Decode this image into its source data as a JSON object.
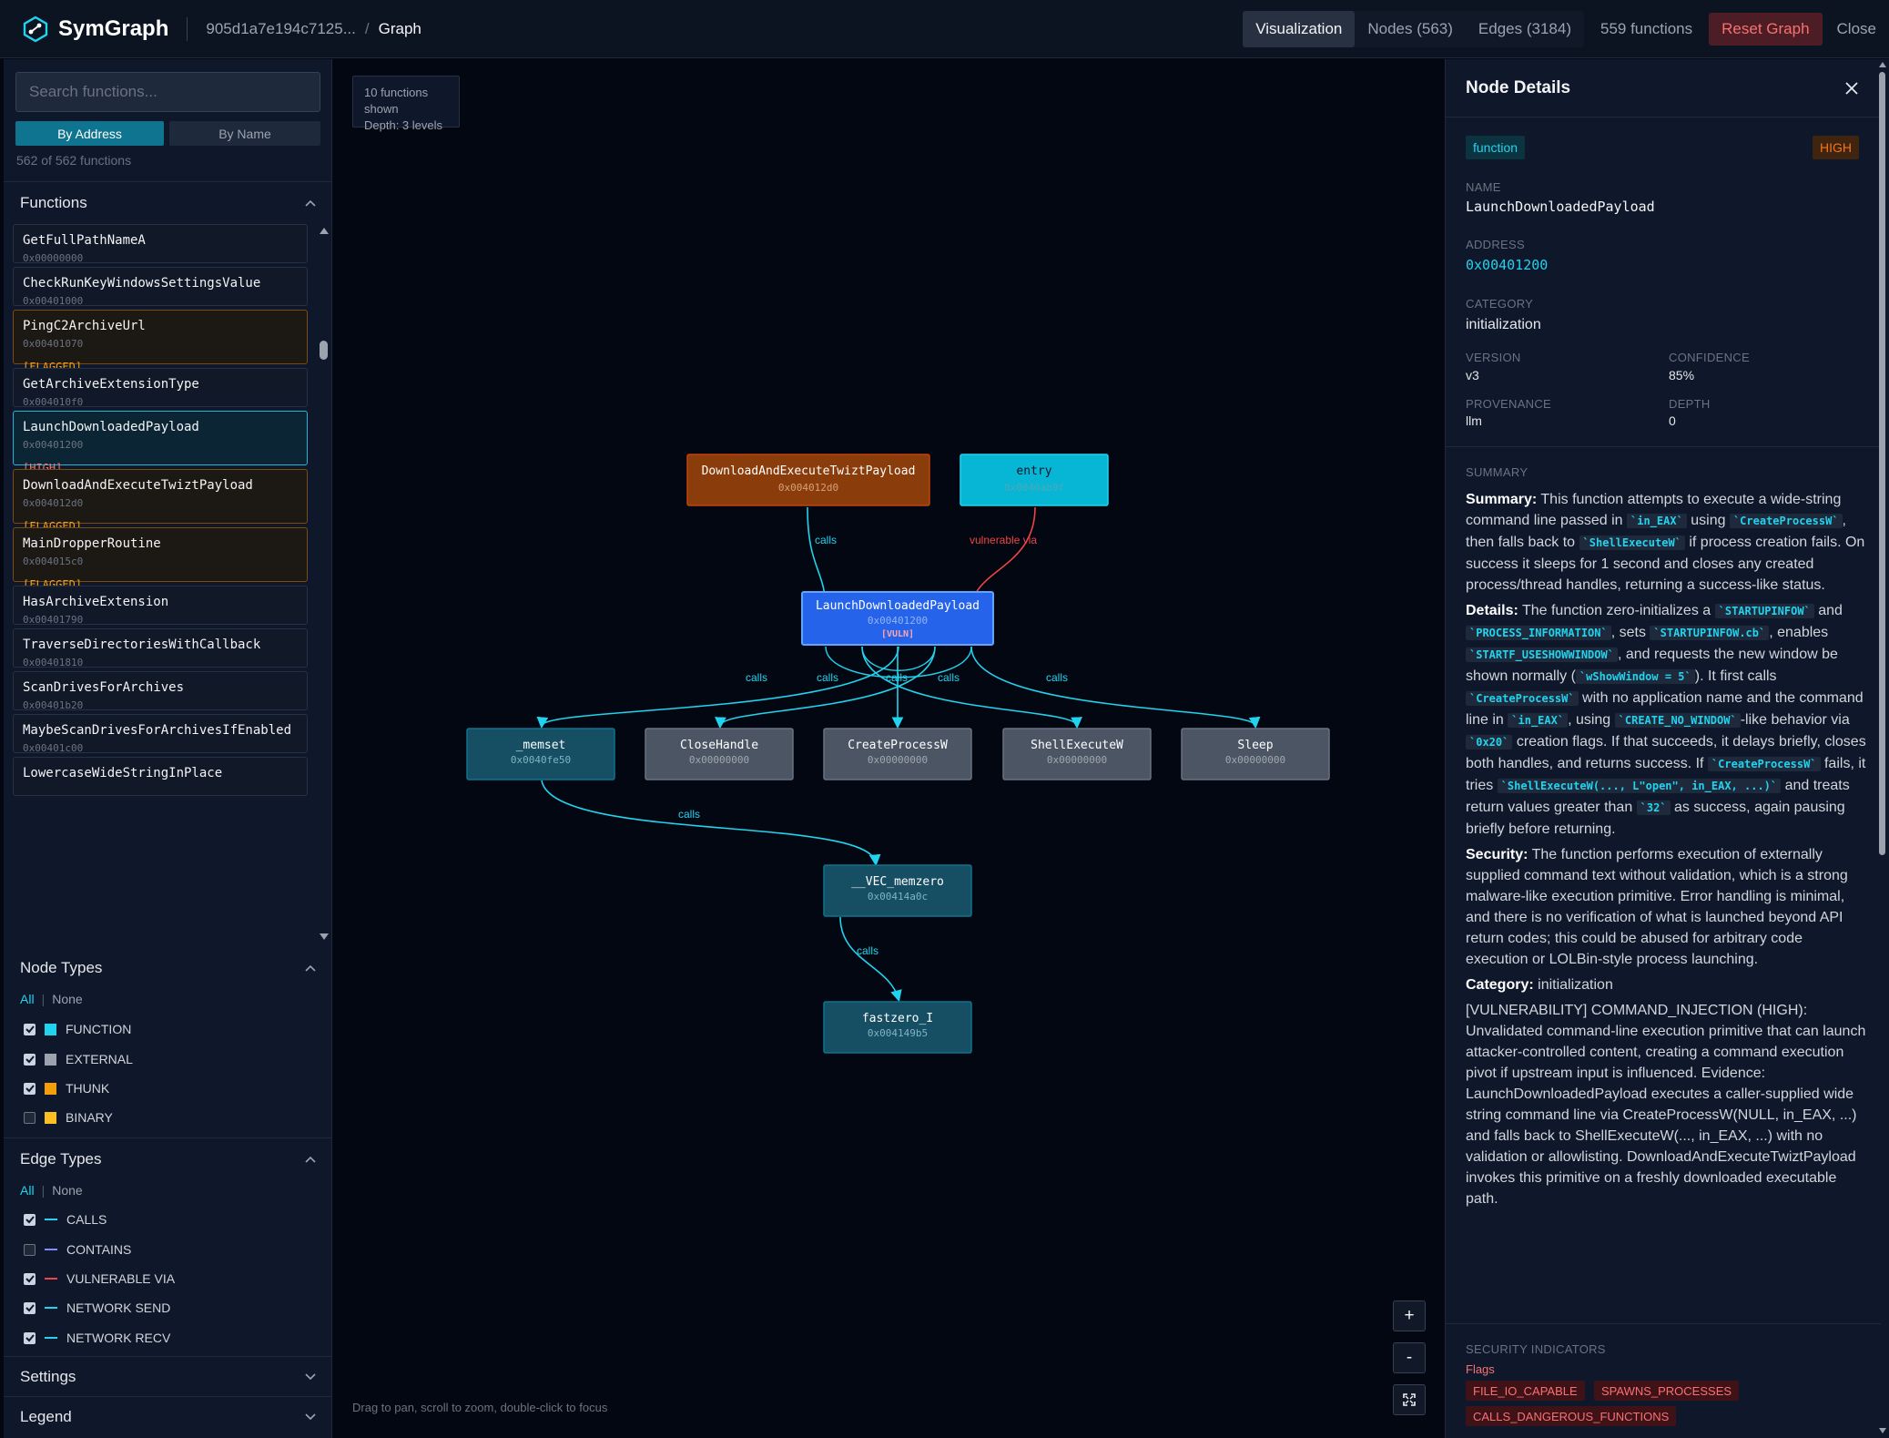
{
  "app": {
    "title": "SymGraph"
  },
  "breadcrumb": {
    "hash": "905d1a7e194c7125...",
    "separator": "/",
    "current": "Graph"
  },
  "topnav": {
    "tabs": [
      {
        "label": "Visualization",
        "active": true
      },
      {
        "label": "Nodes (563)",
        "active": false
      },
      {
        "label": "Edges (3184)",
        "active": false
      }
    ],
    "functions_count": "559 functions",
    "reset_label": "Reset Graph",
    "close_label": "Close"
  },
  "sidebar": {
    "search_placeholder": "Search functions...",
    "sort_by_address": "By Address",
    "sort_by_name": "By Name",
    "count_text": "562 of 562 functions",
    "functions_title": "Functions",
    "functions": [
      {
        "name": "GetFullPathNameA",
        "address": "0x00000000",
        "badge": ""
      },
      {
        "name": "CheckRunKeyWindowsSettingsValue",
        "address": "0x00401000",
        "badge": ""
      },
      {
        "name": "PingC2ArchiveUrl",
        "address": "0x00401070",
        "badge": "[FLAGGED]"
      },
      {
        "name": "GetArchiveExtensionType",
        "address": "0x004010f0",
        "badge": ""
      },
      {
        "name": "LaunchDownloadedPayload",
        "address": "0x00401200",
        "badge": "[HIGH]"
      },
      {
        "name": "DownloadAndExecuteTwiztPayload",
        "address": "0x004012d0",
        "badge": "[FLAGGED]"
      },
      {
        "name": "MainDropperRoutine",
        "address": "0x004015c0",
        "badge": "[FLAGGED]"
      },
      {
        "name": "HasArchiveExtension",
        "address": "0x00401790",
        "badge": ""
      },
      {
        "name": "TraverseDirectoriesWithCallback",
        "address": "0x00401810",
        "badge": ""
      },
      {
        "name": "ScanDrivesForArchives",
        "address": "0x00401b20",
        "badge": ""
      },
      {
        "name": "MaybeScanDrivesForArchivesIfEnabled",
        "address": "0x00401c00",
        "badge": ""
      },
      {
        "name": "LowercaseWideStringInPlace",
        "address": "",
        "badge": ""
      }
    ],
    "node_types": {
      "title": "Node Types",
      "all": "All",
      "none": "None",
      "items": [
        {
          "label": "FUNCTION",
          "checked": true,
          "color": "#22d3ee"
        },
        {
          "label": "EXTERNAL",
          "checked": true,
          "color": "#9ca3af"
        },
        {
          "label": "THUNK",
          "checked": true,
          "color": "#f59e0b"
        },
        {
          "label": "BINARY",
          "checked": false,
          "color": "#fbbf24"
        }
      ]
    },
    "edge_types": {
      "title": "Edge Types",
      "all": "All",
      "none": "None",
      "items": [
        {
          "label": "CALLS",
          "checked": true,
          "color": "#22d3ee"
        },
        {
          "label": "CONTAINS",
          "checked": false,
          "color": "#818cf8"
        },
        {
          "label": "VULNERABLE VIA",
          "checked": true,
          "color": "#ef4444"
        },
        {
          "label": "NETWORK SEND",
          "checked": true,
          "color": "#22d3ee"
        },
        {
          "label": "NETWORK RECV",
          "checked": true,
          "color": "#22d3ee"
        }
      ]
    },
    "settings_title": "Settings",
    "legend_title": "Legend"
  },
  "canvas": {
    "info_line1": "10 functions shown",
    "info_line2": "Depth: 3 levels",
    "hint": "Drag to pan, scroll to zoom, double-click to focus",
    "zoom_in": "+",
    "zoom_out": "-",
    "nodes": {
      "download": {
        "name": "DownloadAndExecuteTwiztPayload",
        "addr": "0x004012d0"
      },
      "entry": {
        "name": "entry",
        "addr": "0x0040ab9f"
      },
      "launch": {
        "name": "LaunchDownloadedPayload",
        "addr": "0x00401200",
        "tag": "[VULN]"
      },
      "memset": {
        "name": "_memset",
        "addr": "0x0040fe50"
      },
      "closehandle": {
        "name": "CloseHandle",
        "addr": "0x00000000"
      },
      "createprocess": {
        "name": "CreateProcessW",
        "addr": "0x00000000"
      },
      "shellexecute": {
        "name": "ShellExecuteW",
        "addr": "0x00000000"
      },
      "sleep": {
        "name": "Sleep",
        "addr": "0x00000000"
      },
      "vecmemzero": {
        "name": "__VEC_memzero",
        "addr": "0x00414a0c"
      },
      "fastzero": {
        "name": "fastzero_I",
        "addr": "0x004149b5"
      }
    },
    "edge_labels": {
      "calls": "calls",
      "vulnerable_via": "vulnerable via"
    }
  },
  "details": {
    "title": "Node Details",
    "type_badge": "function",
    "severity_badge": "HIGH",
    "name_label": "NAME",
    "name": "LaunchDownloadedPayload",
    "address_label": "ADDRESS",
    "address": "0x00401200",
    "category_label": "CATEGORY",
    "category": "initialization",
    "version_label": "VERSION",
    "version": "v3",
    "confidence_label": "CONFIDENCE",
    "confidence": "85%",
    "provenance_label": "PROVENANCE",
    "provenance": "llm",
    "depth_label": "DEPTH",
    "depth": "0",
    "summary_label": "SUMMARY",
    "summary": {
      "s_head": "Summary:",
      "s_1": "This function attempts to execute a wide-string command line passed in",
      "s_c1": "`in_EAX`",
      "s_2": "using",
      "s_c2": "`CreateProcessW`",
      "s_3": ", then falls back to",
      "s_c3": "`ShellExecuteW`",
      "s_4": "if process creation fails. On success it sleeps for 1 second and closes any created process/thread handles, returning a success-like status.",
      "d_head": "Details:",
      "d_1": "The function zero-initializes a",
      "d_c1": "`STARTUPINFOW`",
      "d_2": "and",
      "d_c2": "`PROCESS_INFORMATION`",
      "d_3": ", sets",
      "d_c3": "`STARTUPINFOW.cb`",
      "d_4": ", enables",
      "d_c4": "`STARTF_USESHOWWINDOW`",
      "d_5": ", and requests the new window be shown normally (",
      "d_c5": "`wShowWindow = 5`",
      "d_6": "). It first calls",
      "d_c6": "`CreateProcessW`",
      "d_7": "with no application name and the command line in",
      "d_c7": "`in_EAX`",
      "d_8": ", using",
      "d_c8": "`CREATE_NO_WINDOW`",
      "d_9": "-like behavior via",
      "d_c9": "`0x20`",
      "d_10": "creation flags. If that succeeds, it delays briefly, closes both handles, and returns success. If",
      "d_c10": "`CreateProcessW`",
      "d_11": "fails, it tries",
      "d_c11": "`ShellExecuteW(..., L\"open\", in_EAX, ...)`",
      "d_12": "and treats return values greater than",
      "d_c12": "`32`",
      "d_13": "as success, again pausing briefly before returning.",
      "sec_head": "Security:",
      "sec_1": "The function performs execution of externally supplied command text without validation, which is a strong malware-like execution primitive. Error handling is minimal, and there is no verification of what is launched beyond API return codes; this could be abused for arbitrary code execution or LOLBin-style process launching.",
      "cat_head": "Category:",
      "cat_1": "initialization",
      "vuln": "[VULNERABILITY] COMMAND_INJECTION (HIGH): Unvalidated command-line execution primitive that can launch attacker-controlled content, creating a command execution pivot if upstream input is influenced. Evidence: LaunchDownloadedPayload executes a caller-supplied wide string command line via CreateProcessW(NULL, in_EAX, ...) and falls back to ShellExecuteW(..., in_EAX, ...) with no validation or allowlisting. DownloadAndExecuteTwiztPayload invokes this primitive on a freshly downloaded executable path."
    },
    "security_label": "SECURITY INDICATORS",
    "flags_label": "Flags",
    "flags": [
      "FILE_IO_CAPABLE",
      "SPAWNS_PROCESSES",
      "CALLS_DANGEROUS_FUNCTIONS"
    ]
  }
}
